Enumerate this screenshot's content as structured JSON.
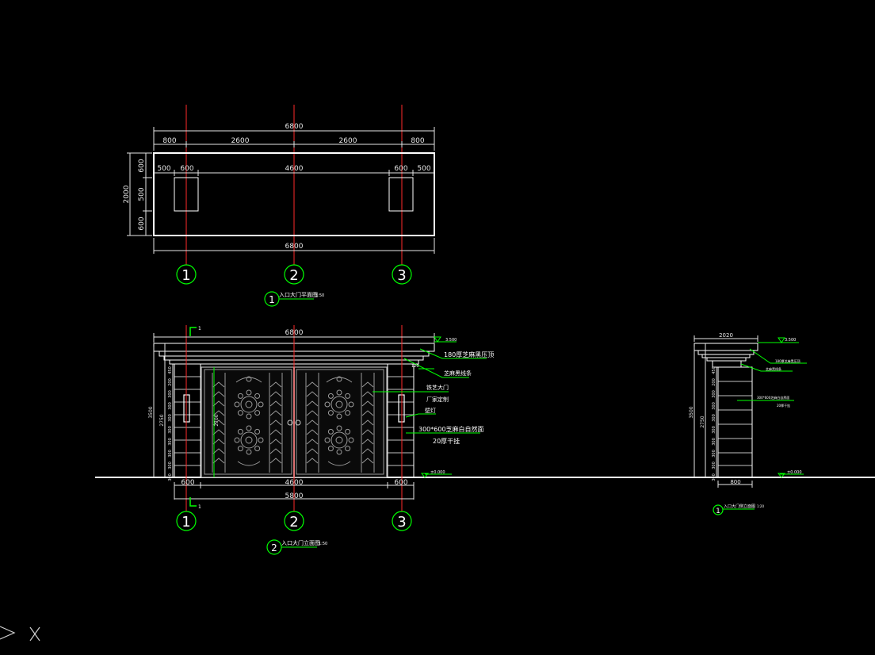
{
  "colors": {
    "background": "#000000",
    "dimension": "#ffffff",
    "outline": "#ffffff",
    "axis": "#ff2a2a",
    "leader": "#00ff00",
    "gate": "#b8b8b8"
  },
  "plan": {
    "overall_top": "6800",
    "segments_top": [
      "800",
      "2600",
      "2600",
      "800"
    ],
    "depth_left": [
      "600",
      "500",
      "600"
    ],
    "depth_total": "2000",
    "inner_row": [
      "500",
      "600",
      "4600",
      "600",
      "500"
    ],
    "overall_bottom": "6800",
    "axes": [
      "1",
      "2",
      "3"
    ],
    "title_num": "1",
    "title": "入口大门平面图",
    "scale": "1:50"
  },
  "front": {
    "overall_top": "6800",
    "section_mark": "1",
    "level_top": "3.500",
    "level_ground": "±0.000",
    "height_total": "3500",
    "height_pier": "2750",
    "height_gate": "2700",
    "left_small_dims": [
      "450",
      "200",
      "300",
      "300",
      "300",
      "300",
      "300",
      "300",
      "300",
      "300"
    ],
    "labels": {
      "coping": "180厚芝麻黑压顶",
      "capital": "芝麻黑线条",
      "gate": "铁艺大门",
      "maker": "厂家定制",
      "lamp": "壁灯",
      "cladding": "300*600芝麻白自然面",
      "dry_hang": "20厚干挂"
    },
    "small_dim": "120",
    "bottom_dims": [
      "600",
      "4600",
      "600"
    ],
    "bottom_total": "5800",
    "axes": [
      "1",
      "2",
      "3"
    ],
    "title_num": "2",
    "title": "入口大门立面图",
    "scale": "1:50"
  },
  "side": {
    "top_dim": "2020",
    "level_top": "3.500",
    "height_total": "3500",
    "height_pier": "2750",
    "left_small_dims": [
      "450",
      "200",
      "300",
      "300",
      "300",
      "300",
      "300",
      "300",
      "300",
      "300"
    ],
    "labels": {
      "coping": "180厚芝麻黑压顶",
      "capital": "芝麻黑线条",
      "cladding": "300*600芝麻白自然面",
      "dry_hang": "20厚干挂"
    },
    "bottom_dim": "800",
    "level_ground": "±0.000",
    "title_num": "1",
    "title": "入口大门侧立面图",
    "scale": "1:20"
  }
}
